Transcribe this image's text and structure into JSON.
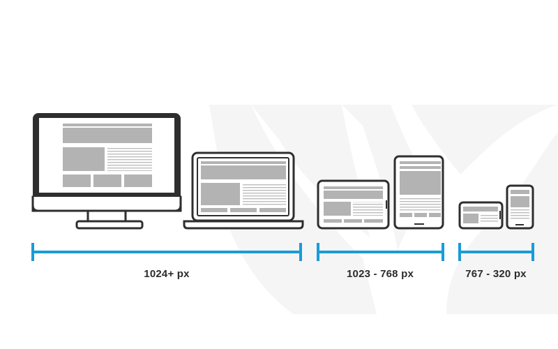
{
  "breakpoints": [
    {
      "label": "1024+ px",
      "devices": [
        "desktop-monitor",
        "laptop"
      ]
    },
    {
      "label": "1023 - 768 px",
      "devices": [
        "tablet-landscape",
        "tablet-portrait"
      ]
    },
    {
      "label": "767 - 320 px",
      "devices": [
        "phone-landscape",
        "phone-portrait"
      ]
    }
  ],
  "colors": {
    "range_bar": "#1a9bd7",
    "device_outline": "#2e2e2e",
    "wireframe_block": "#b3b3b3",
    "background_art": "#f3f3f3"
  }
}
